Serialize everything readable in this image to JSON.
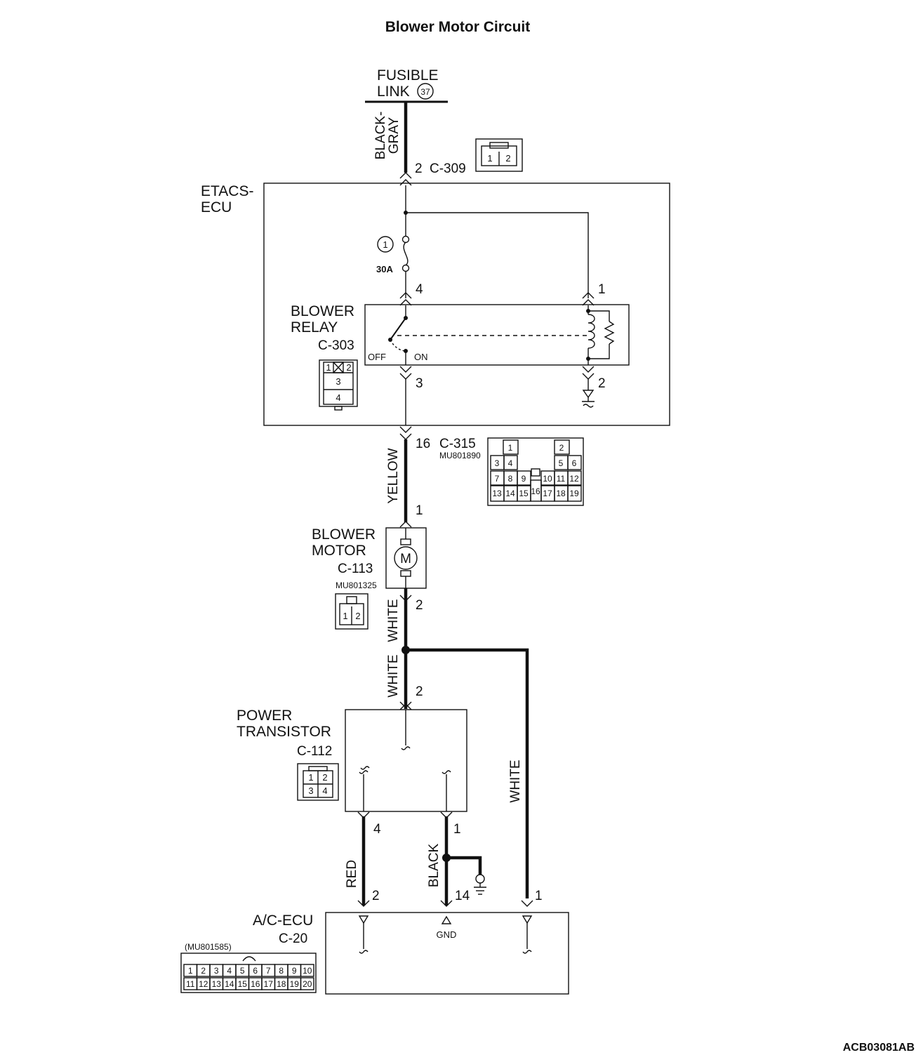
{
  "title": "Blower Motor Circuit",
  "figure_code": "ACB03081AB",
  "fusible_link": {
    "line1": "FUSIBLE",
    "line2": "LINK",
    "number": "37"
  },
  "wires": {
    "black_gray": "BLACK-\nGRAY",
    "yellow": "YELLOW",
    "white_motor": "WHITE",
    "white_pt": "WHITE",
    "white_right": "WHITE",
    "red": "RED",
    "black": "BLACK"
  },
  "etacs": {
    "label_line1": "ETACS-",
    "label_line2": "ECU",
    "conn_top_pin": "2",
    "conn_top": "C-309",
    "fuse_no": "1",
    "fuse_rating": "30A",
    "pin4": "4",
    "pin1": "1",
    "pin3": "3",
    "pin2": "2",
    "conn_bottom_pin": "16",
    "conn_bottom": "C-315",
    "conn_bottom_part": "MU801890"
  },
  "relay": {
    "line1": "BLOWER",
    "line2": "RELAY",
    "conn": "C-303",
    "off": "OFF",
    "on": "ON"
  },
  "motor": {
    "line1": "BLOWER",
    "line2": "MOTOR",
    "conn": "C-113",
    "part": "MU801325",
    "pin_top": "1",
    "pin_bottom": "2",
    "symbol": "M"
  },
  "transistor": {
    "line1": "POWER",
    "line2": "TRANSISTOR",
    "conn": "C-112",
    "pin_top": "2",
    "pin_left": "4",
    "pin_right": "1"
  },
  "ac_ecu": {
    "line1": "A/C-ECU",
    "conn": "C-20",
    "part": "(MU801585)",
    "pin_red": "2",
    "pin_gnd": "14",
    "pin_white": "1",
    "gnd": "GND"
  },
  "connector_faces": {
    "c309": [
      "1",
      "2"
    ],
    "c303": [
      "1",
      "2",
      "3",
      "4"
    ],
    "c315": [
      "1",
      "2",
      "3",
      "4",
      "5",
      "6",
      "7",
      "8",
      "9",
      "10",
      "11",
      "12",
      "13",
      "14",
      "15",
      "16",
      "17",
      "18",
      "19"
    ],
    "c113": [
      "1",
      "2"
    ],
    "c112": [
      "1",
      "2",
      "3",
      "4"
    ],
    "c20": [
      "1",
      "2",
      "3",
      "4",
      "5",
      "6",
      "7",
      "8",
      "9",
      "10",
      "11",
      "12",
      "13",
      "14",
      "15",
      "16",
      "17",
      "18",
      "19",
      "20"
    ]
  }
}
